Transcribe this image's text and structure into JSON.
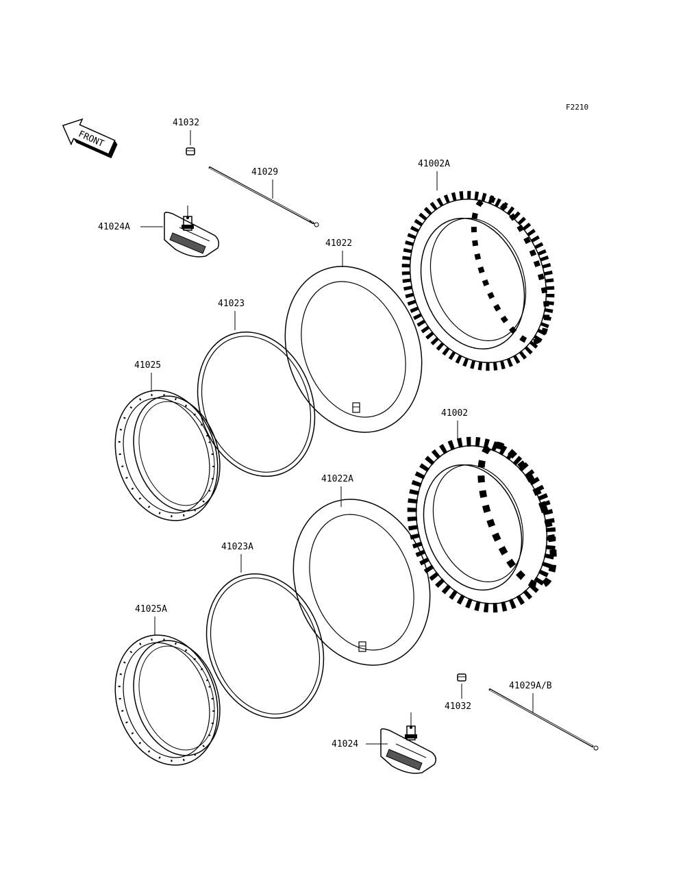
{
  "figure_code": "F2210",
  "front_arrow": {
    "text": "FRONT"
  },
  "labels": {
    "p41032_top": "41032",
    "p41029": "41029",
    "p41024A": "41024A",
    "p41002A": "41002A",
    "p41022": "41022",
    "p41023": "41023",
    "p41025": "41025",
    "p41002": "41002",
    "p41022A": "41022A",
    "p41023A": "41023A",
    "p41025A": "41025A",
    "p41032_bottom": "41032",
    "p41029AB": "41029A/B",
    "p41024": "41024"
  },
  "icons": [
    "front-arrow-icon",
    "tire-icon",
    "tube-icon",
    "rim-band-icon",
    "rim-icon",
    "spoke-icon",
    "nipple-icon",
    "rim-lock-icon"
  ]
}
